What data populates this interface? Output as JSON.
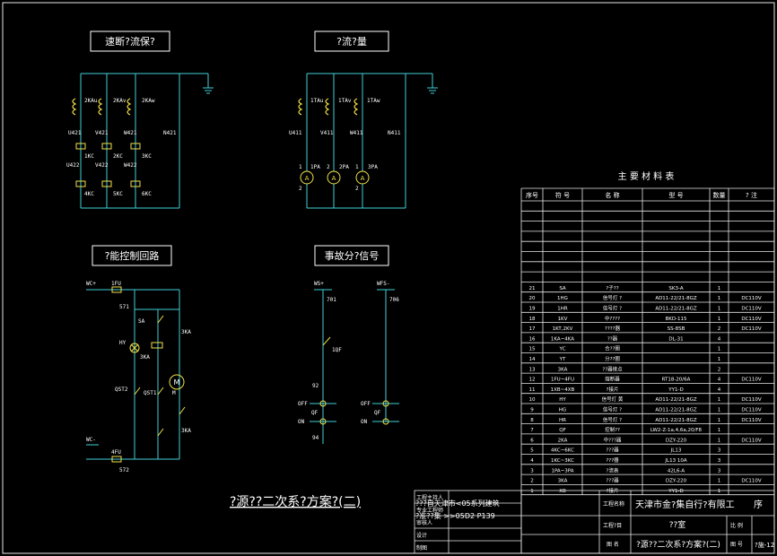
{
  "colors": {
    "background": "#000000",
    "wire": "#3fd0d8",
    "component": "#f2e04a",
    "text": "#ffffff",
    "grid": "#e8e8e8"
  },
  "panels": {
    "voltage_protection": {
      "title": "速断?流保?",
      "labels": [
        "2KAu",
        "2KAv",
        "2KAw",
        "U421",
        "V421",
        "W421",
        "N421",
        "1KC",
        "2KC",
        "3KC",
        "U422",
        "V422",
        "W422",
        "4KC",
        "5KC",
        "6KC"
      ]
    },
    "current_measure": {
      "title": "?流?量",
      "labels": [
        "1TAu",
        "1TAv",
        "1TAw",
        "U411",
        "V411",
        "W411",
        "N411",
        "1",
        "1PA",
        "2",
        "2PA",
        "3PA",
        "1",
        "2",
        "2"
      ]
    },
    "energy_control": {
      "title": "?能控制回路",
      "labels": [
        "WC+",
        "1FU",
        "571",
        "SA",
        "3KA",
        "HY",
        "3KA",
        "QST2",
        "QST1",
        "M",
        "3KA",
        "WC-",
        "4FU",
        "572"
      ]
    },
    "fault_signal": {
      "title": "事故分?信号",
      "labels": [
        "WS+",
        "701",
        "WFS-",
        "706",
        "1QF",
        "92",
        "OFF",
        "QF",
        "ON",
        "94",
        "OFF",
        "QF",
        "ON"
      ]
    }
  },
  "drawing_title": "?源??二次系?方案?(二)",
  "reference_note": {
    "line1": "???自天津市<05系列建筑",
    "line2": "?准??集 >>05D2 P139"
  },
  "material_table": {
    "title": "主 要 材 料 表",
    "headers": [
      "序号",
      "符 号",
      "名 称",
      "型 号",
      "数量",
      "? 注"
    ],
    "rows": [
      [
        "21",
        "SA",
        "?子??",
        "SK3-A",
        "1",
        ""
      ],
      [
        "20",
        "1HG",
        "信号灯 ?",
        "AD11-22/21-8GZ",
        "1",
        "DC110V"
      ],
      [
        "19",
        "1HR",
        "信号灯 ?",
        "AD11-22/21-8GZ",
        "1",
        "DC110V"
      ],
      [
        "18",
        "1KV",
        "中????",
        "BKD-115",
        "1",
        "DC110V"
      ],
      [
        "17",
        "1KT,2KV",
        "????器",
        "SS-8SB",
        "2",
        "DC110V"
      ],
      [
        "16",
        "1KA~4KA",
        "??器",
        "DL-31",
        "4",
        ""
      ],
      [
        "15",
        "YC",
        "合??圈",
        "",
        "1",
        ""
      ],
      [
        "14",
        "YT",
        "分??圈",
        "",
        "1",
        ""
      ],
      [
        "13",
        "3KA",
        "??器接点",
        "",
        "2",
        ""
      ],
      [
        "12",
        "1FU~4FU",
        "熔断器",
        "RT18-20/6A",
        "4",
        "DC110V"
      ],
      [
        "11",
        "1XB~4XB",
        "?接片",
        "YY1-D",
        "4",
        ""
      ],
      [
        "10",
        "HY",
        "信号灯 黄",
        "AD11-22/21-8GZ",
        "1",
        "DC110V"
      ],
      [
        "9",
        "HG",
        "信号灯 ?",
        "AD11-22/21-8GZ",
        "1",
        "DC110V"
      ],
      [
        "8",
        "HR",
        "信号灯 ?",
        "AD11-22/21-8GZ",
        "1",
        "DC110V"
      ],
      [
        "7",
        "QF",
        "控制??",
        "LW2-Z-1a,4,6a,20/F8",
        "1",
        ""
      ],
      [
        "6",
        "2KA",
        "中???器",
        "DZY-220",
        "1",
        "DC110V"
      ],
      [
        "5",
        "4KC~6KC",
        "???器",
        "JL13",
        "3",
        ""
      ],
      [
        "4",
        "1KC~3KC",
        "???器",
        "JL13   10A",
        "3",
        ""
      ],
      [
        "3",
        "1PA~3PA",
        "?流表",
        "42L6-A",
        "3",
        ""
      ],
      [
        "2",
        "3KA",
        "???器",
        "DZY-220",
        "1",
        "DC110V"
      ],
      [
        "1",
        "XB",
        "?接片",
        "YY1-D",
        "1",
        ""
      ]
    ]
  },
  "title_block": {
    "company": "天津市金?集自行?有限工",
    "company_suffix": "序",
    "department": "??室",
    "drawing_name": "?源??二次系?方案?(二)",
    "sheet_label": "图 号",
    "sheet_no": "?施-12",
    "ratio_label": "比 例",
    "project_label": "工程名称",
    "subitem_label": "工程?目",
    "figure_label": "图 名",
    "left_labels": [
      "工程主持人",
      "专业工程师",
      "审核人",
      "设计",
      "制图"
    ]
  }
}
